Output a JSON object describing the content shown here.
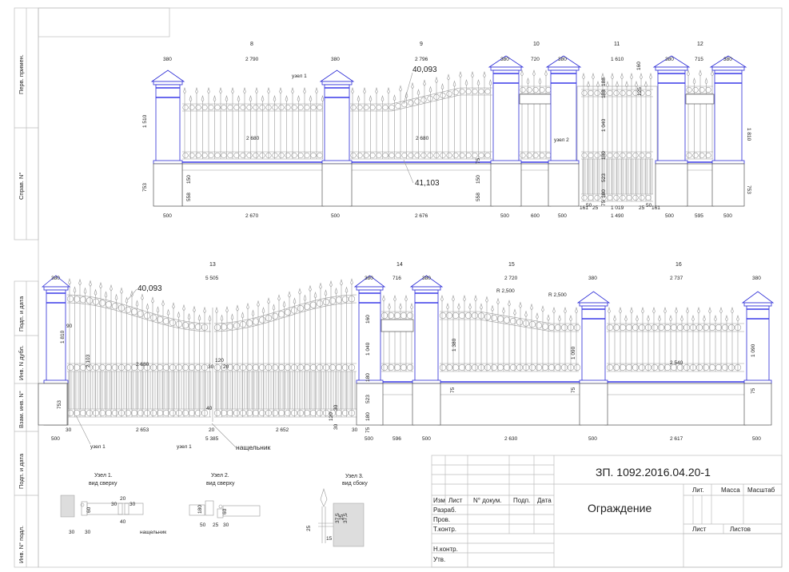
{
  "side_stamps": [
    "Перв. примен.",
    "Справ. N°",
    "Подп. и дата",
    "Инв. N дубл.",
    "Взам. инв. N°",
    "Подп. и дата",
    "Инв. N° подл."
  ],
  "top_fence": {
    "section_numbers": [
      "8",
      "9",
      "10",
      "11",
      "12"
    ],
    "top_dims": [
      "380",
      "2 790",
      "380",
      "2 796",
      "380",
      "720",
      "380",
      "1 610",
      "380",
      "715",
      "380"
    ],
    "bottom_dims": [
      "500",
      "2 670",
      "500",
      "2 676",
      "500",
      "600",
      "500",
      "1 490",
      "500",
      "595",
      "500"
    ],
    "gate_dims": [
      "161",
      "50",
      "25",
      "1 019",
      "25",
      "50",
      "161"
    ],
    "callouts": [
      "40,093",
      "41,103"
    ],
    "node_labels": [
      "узел 1",
      "узел 2"
    ],
    "inner_dims": [
      "2 680",
      "2 680",
      "150",
      "558",
      "150",
      "558",
      "75",
      "1 510",
      "753",
      "160",
      "188",
      "188",
      "125",
      "1 040",
      "180",
      "523",
      "180",
      "75",
      "1 810",
      "753"
    ]
  },
  "bottom_fence": {
    "section_numbers": [
      "13",
      "14",
      "15",
      "16"
    ],
    "top_dims": [
      "380",
      "5 505",
      "380",
      "716",
      "380",
      "2 720",
      "380",
      "2 737",
      "380"
    ],
    "bottom_dims": [
      "500",
      "5 385",
      "500",
      "596",
      "500",
      "2 630",
      "500",
      "2 617",
      "500"
    ],
    "gate_dims": [
      "30",
      "2 653",
      "20",
      "2 652",
      "30"
    ],
    "callouts": [
      "40,093",
      "R 2,500",
      "R 2,500"
    ],
    "node_labels": [
      "узел 1",
      "узел 1",
      "нащельник"
    ],
    "inner_dims": [
      "1 810",
      "90",
      "2 103",
      "2 680",
      "120",
      "30",
      "20",
      "40",
      "753",
      "160",
      "1 040",
      "180",
      "523",
      "180",
      "75",
      "30",
      "120",
      "30",
      "1 380",
      "1 090",
      "75",
      "75",
      "2 540",
      "1 090",
      "75"
    ]
  },
  "details": {
    "node1": {
      "title": "Узел 1.",
      "subtitle": "вид сверху",
      "dims": [
        "20",
        "30",
        "30",
        "60",
        "40",
        "30",
        "30"
      ],
      "label": "нащельник"
    },
    "node2": {
      "title": "Узел 2.",
      "subtitle": "вид сверху",
      "dims": [
        "180",
        "60",
        "50",
        "25",
        "30"
      ]
    },
    "node3": {
      "title": "Узел 3.",
      "subtitle": "вид сбоку",
      "dims": [
        "25",
        "15",
        "37,5",
        "25",
        "37,5"
      ]
    }
  },
  "title_block": {
    "code": "ЗП. 1092.2016.04.20-1",
    "name": "Ограждение",
    "header": [
      "Изм",
      "Лист",
      "N° докум.",
      "Подп.",
      "Дата"
    ],
    "rows": [
      "Разраб.",
      "Пров.",
      "Т.контр.",
      "Н.контр.",
      "Утв."
    ],
    "lit": "Лит.",
    "mass": "Масса",
    "scale": "Масштаб",
    "sheet": "Лист",
    "sheets": "Листов"
  },
  "colors": {
    "post_outline": "#2b2bd6",
    "post_band": "#3a3ae8",
    "lines": "#9a9a9a"
  }
}
